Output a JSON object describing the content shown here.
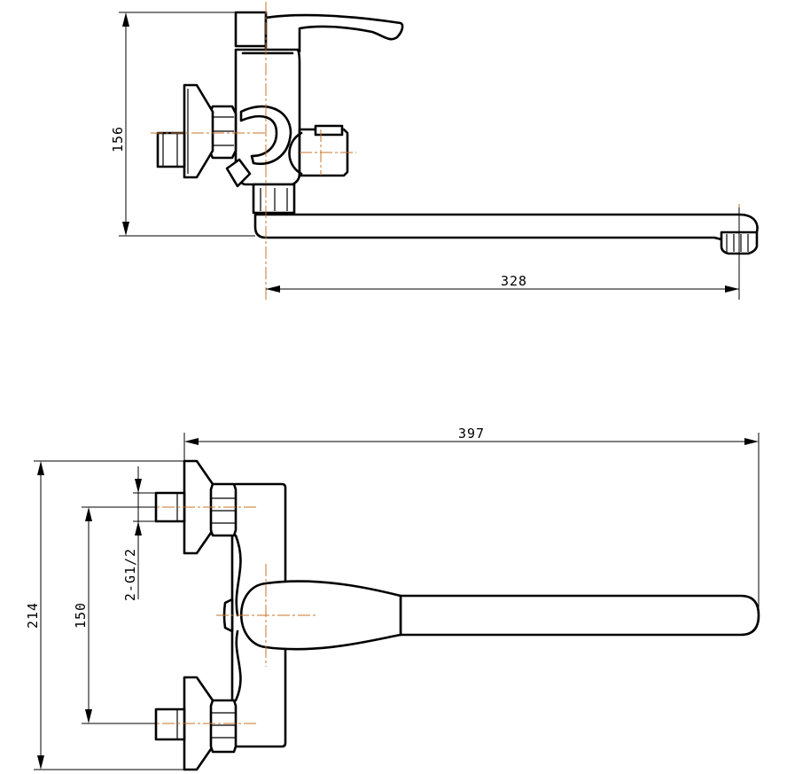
{
  "side_view": {
    "height_label": "156",
    "spout_length_label": "328"
  },
  "top_view": {
    "overall_length_label": "397",
    "overall_height_label": "214",
    "inlet_spacing_label": "150",
    "thread_label": "2-G1/2"
  },
  "colors": {
    "line": "#000000",
    "centerline": "#c8742a",
    "background": "#ffffff"
  }
}
